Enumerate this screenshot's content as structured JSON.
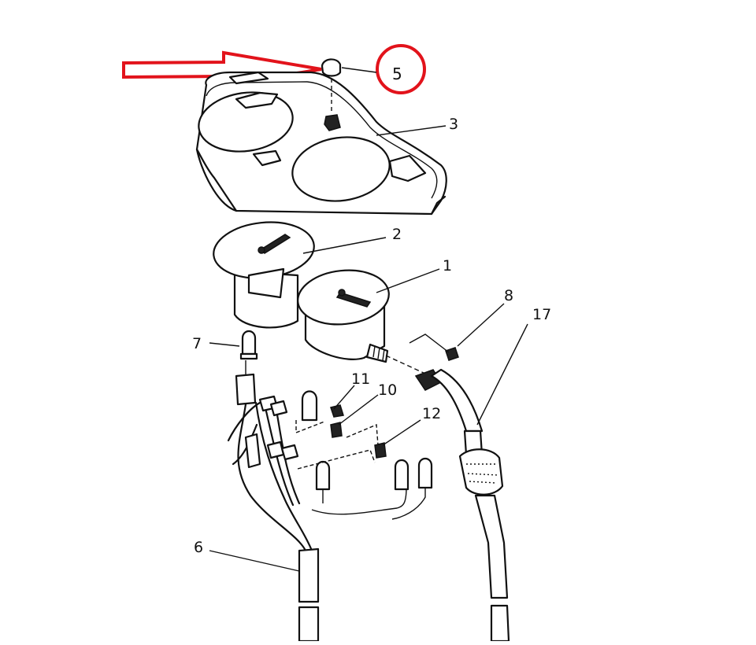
{
  "diagram": {
    "labels": {
      "p1": "1",
      "p2": "2",
      "p3": "3",
      "p5": "5",
      "p6": "6",
      "p7": "7",
      "p8": "8",
      "p10": "10",
      "p11": "11",
      "p12": "12",
      "p17": "17"
    },
    "highlight_color": "#e2131b",
    "highlighted_part": "5"
  }
}
